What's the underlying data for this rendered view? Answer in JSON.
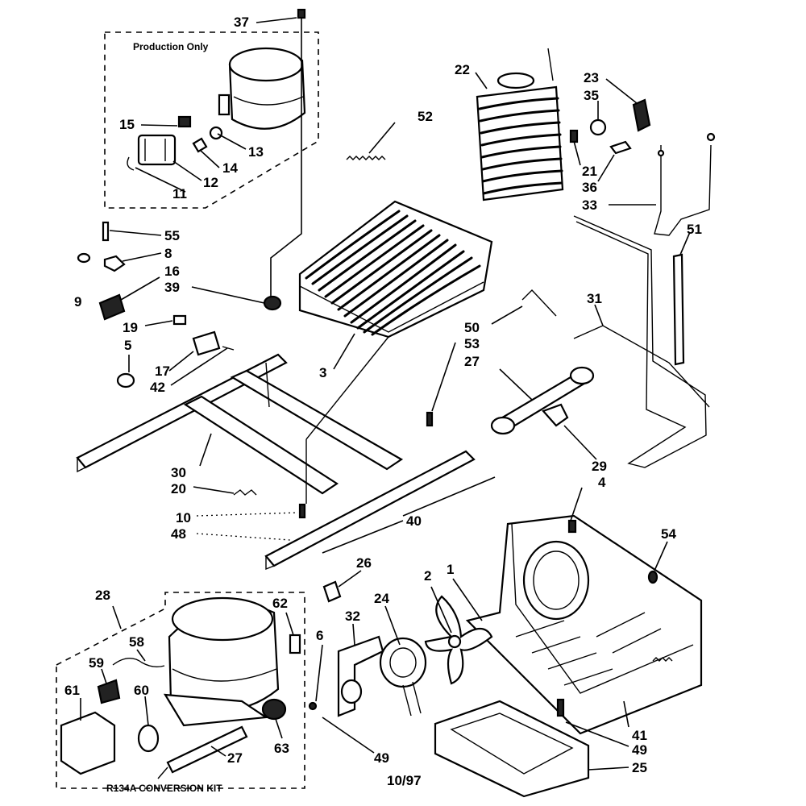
{
  "diagram": {
    "boxes": {
      "production": "Production Only",
      "conversion_kit": "R134A CONVERSION KIT"
    },
    "date_code": "10/97",
    "callouts": [
      {
        "id": "c37",
        "text": "37"
      },
      {
        "id": "c52",
        "text": "52"
      },
      {
        "id": "c22",
        "text": "22"
      },
      {
        "id": "c23",
        "text": "23"
      },
      {
        "id": "c35",
        "text": "35"
      },
      {
        "id": "c15",
        "text": "15"
      },
      {
        "id": "c13",
        "text": "13"
      },
      {
        "id": "c14",
        "text": "14"
      },
      {
        "id": "c12",
        "text": "12"
      },
      {
        "id": "c11",
        "text": "11"
      },
      {
        "id": "c21",
        "text": "21"
      },
      {
        "id": "c36",
        "text": "36"
      },
      {
        "id": "c33",
        "text": "33"
      },
      {
        "id": "c55",
        "text": "55"
      },
      {
        "id": "c8",
        "text": "8"
      },
      {
        "id": "c16",
        "text": "16"
      },
      {
        "id": "c39",
        "text": "39"
      },
      {
        "id": "c9",
        "text": "9"
      },
      {
        "id": "c51",
        "text": "51"
      },
      {
        "id": "c31",
        "text": "31"
      },
      {
        "id": "c19",
        "text": "19"
      },
      {
        "id": "c50",
        "text": "50"
      },
      {
        "id": "c53",
        "text": "53"
      },
      {
        "id": "c27a",
        "text": "27"
      },
      {
        "id": "c5",
        "text": "5"
      },
      {
        "id": "c17",
        "text": "17"
      },
      {
        "id": "c42",
        "text": "42"
      },
      {
        "id": "c3",
        "text": "3"
      },
      {
        "id": "c29",
        "text": "29"
      },
      {
        "id": "c4",
        "text": "4"
      },
      {
        "id": "c30",
        "text": "30"
      },
      {
        "id": "c20",
        "text": "20"
      },
      {
        "id": "c10",
        "text": "10"
      },
      {
        "id": "c48",
        "text": "48"
      },
      {
        "id": "c40",
        "text": "40"
      },
      {
        "id": "c54",
        "text": "54"
      },
      {
        "id": "c26",
        "text": "26"
      },
      {
        "id": "c28",
        "text": "28"
      },
      {
        "id": "c2",
        "text": "2"
      },
      {
        "id": "c1",
        "text": "1"
      },
      {
        "id": "c62",
        "text": "62"
      },
      {
        "id": "c32",
        "text": "32"
      },
      {
        "id": "c24",
        "text": "24"
      },
      {
        "id": "c58",
        "text": "58"
      },
      {
        "id": "c6",
        "text": "6"
      },
      {
        "id": "c59",
        "text": "59"
      },
      {
        "id": "c60",
        "text": "60"
      },
      {
        "id": "c61",
        "text": "61"
      },
      {
        "id": "c63",
        "text": "63"
      },
      {
        "id": "c41",
        "text": "41"
      },
      {
        "id": "c49a",
        "text": "49"
      },
      {
        "id": "c49b",
        "text": "49"
      },
      {
        "id": "c27b",
        "text": "27"
      },
      {
        "id": "c25",
        "text": "25"
      }
    ]
  }
}
